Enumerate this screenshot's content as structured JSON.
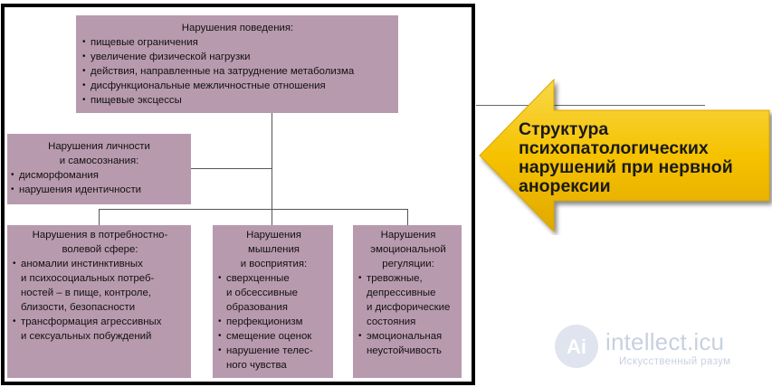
{
  "diagram": {
    "behavior": {
      "title": "Нарушения поведения:",
      "items": [
        "пищевые ограничения",
        "увеличение физической нагрузки",
        "действия, направленные на затруднение метаболизма",
        "дисфункциональные межличностные отношения",
        "пищевые эксцессы"
      ]
    },
    "personality": {
      "title": "Нарушения личности\nи самосознания:",
      "items": [
        "дисморфомания",
        "нарушения идентичности"
      ]
    },
    "needs": {
      "title": "Нарушения в потребностно-\nволевой сфере:",
      "items": [
        "аномалии инстинктивных\nи психосоциальных потреб-\nностей – в пище, контроле,\nблизости, безопасности",
        "трансформация агрессивных\nи сексуальных побуждений"
      ]
    },
    "thinking": {
      "title": "Нарушения\nмышления\nи восприятия:",
      "items": [
        "сверхценные\nи обсессивные\nобразования",
        "перфекционизм",
        "смещение оценок",
        "нарушение телес-\nного чувства"
      ]
    },
    "emotion": {
      "title": "Нарушения\nэмоциональной\nрегуляции:",
      "items": [
        "тревожные,\nдепрессивные\nи дисфорические\nсостояния",
        "эмоциональная\nнеустойчивость"
      ]
    }
  },
  "callout": {
    "text": "Структура\nпсихопатологических\nнарушений при нервной\nанорексии"
  },
  "watermark": {
    "logo_text": "Ai",
    "title": "intellect.icu",
    "subtitle": "Искусственный разум"
  },
  "colors": {
    "box_fill": "#b89aae",
    "arrow_fill": "#f6c200",
    "frame": "#000000"
  }
}
